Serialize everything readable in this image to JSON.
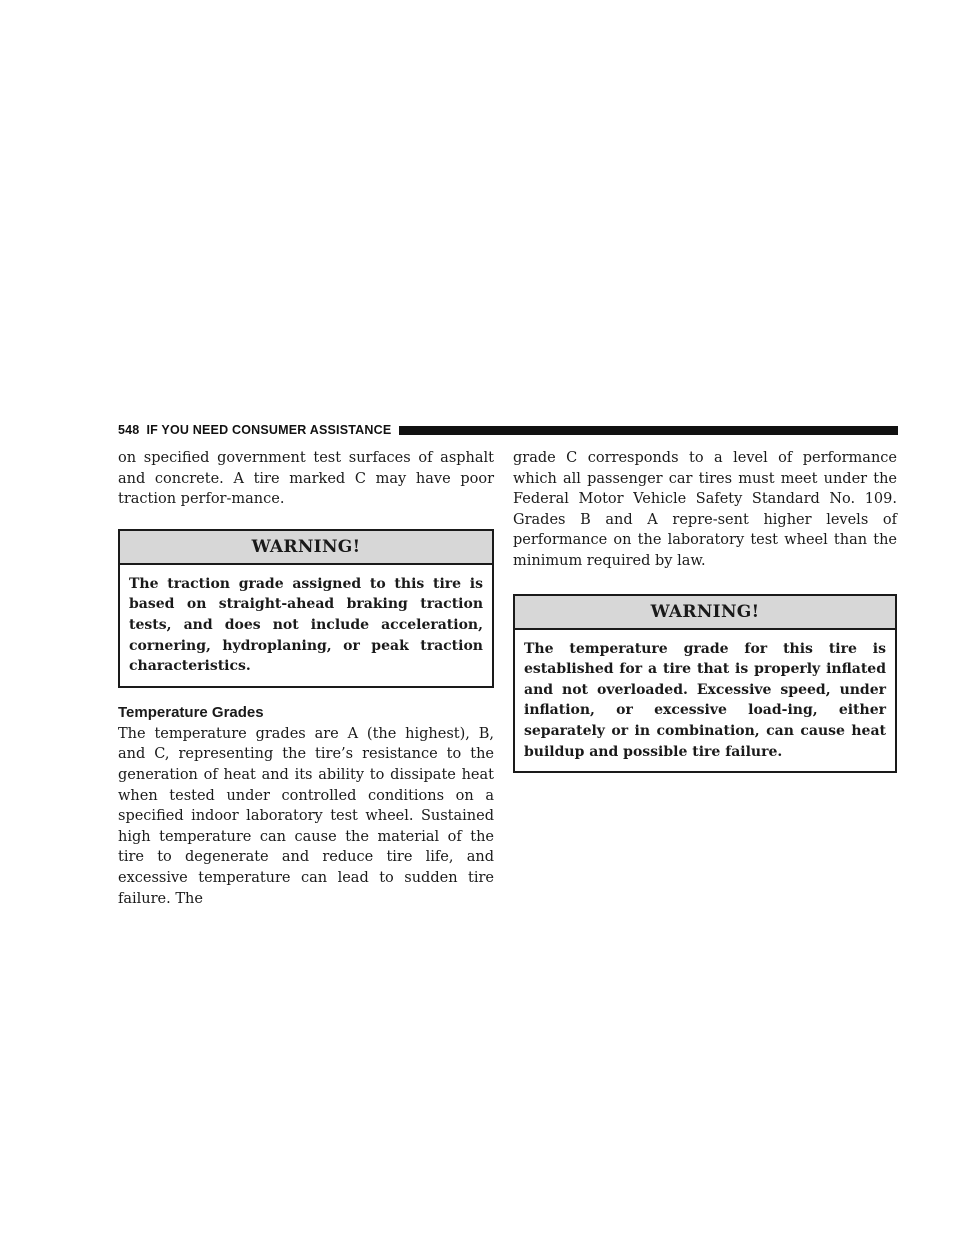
{
  "header": {
    "page_number": "548",
    "title": "IF YOU NEED CONSUMER ASSISTANCE"
  },
  "left_column": {
    "intro_paragraph": "on specified government test surfaces of asphalt and concrete. A tire marked C may have poor traction perfor-mance.",
    "warning": {
      "title": "WARNING!",
      "text": "The traction grade assigned to this tire is based on straight-ahead braking traction tests, and does not include acceleration, cornering, hydroplaning, or peak traction characteristics."
    },
    "section_heading": "Temperature Grades",
    "section_paragraph": "The temperature grades are A (the highest), B, and C, representing the tire’s resistance to the generation of heat and its ability to dissipate heat when tested under controlled conditions on a specified indoor laboratory test wheel. Sustained high temperature can cause the material of the tire to degenerate and reduce tire life, and excessive temperature can lead to sudden tire failure. The"
  },
  "right_column": {
    "continued_paragraph": "grade C corresponds to a level of performance which all passenger car tires must meet under the Federal Motor Vehicle Safety Standard No. 109. Grades B and A repre-sent higher levels of performance on the laboratory test wheel than the minimum required by law.",
    "warning": {
      "title": "WARNING!",
      "text": "The temperature grade for this tire is established for a tire that is properly inflated and not overloaded. Excessive speed, under inflation, or excessive load-ing, either separately or in combination, can cause heat buildup and possible tire failure."
    }
  }
}
